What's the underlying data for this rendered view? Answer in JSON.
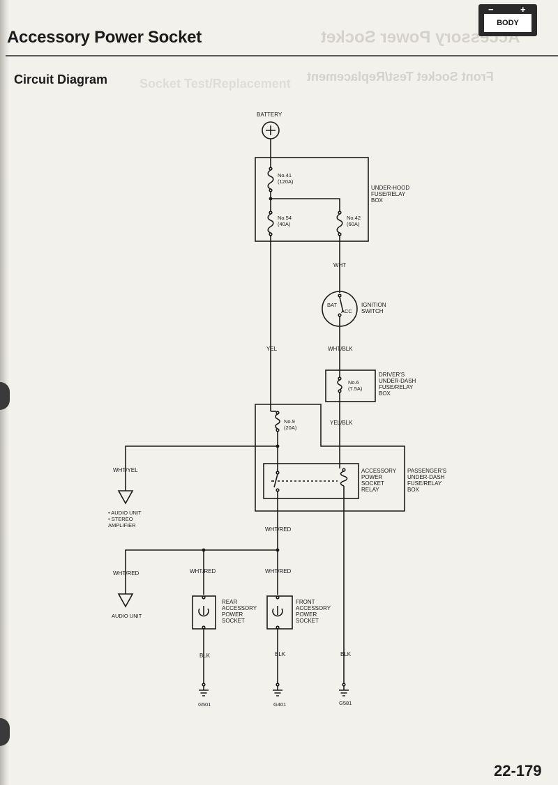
{
  "header": {
    "title": "Accessory Power Socket",
    "section": "Circuit Diagram",
    "badge": "BODY",
    "badge_minus": "−",
    "badge_plus": "+",
    "page_number": "22-179"
  },
  "bleed_through": {
    "title": "Accessory Power Socket",
    "section": "Front Socket Test/Replacement",
    "section_left": "Socket Test/Replacement"
  },
  "diagram": {
    "battery": "BATTERY",
    "fuse_41": [
      "No.41",
      "(120A)"
    ],
    "fuse_54": [
      "No.54",
      "(40A)"
    ],
    "fuse_42": [
      "No.42",
      "(60A)"
    ],
    "underhood_box": [
      "UNDER-HOOD",
      "FUSE/RELAY",
      "BOX"
    ],
    "wire_wht": "WHT",
    "ign_bat": "BAT",
    "ign_acc": "ACC",
    "ignition_switch": [
      "IGNITION",
      "SWITCH"
    ],
    "wire_wht_blk": "WHT/BLK",
    "wire_yel": "YEL",
    "fuse_6": [
      "No.6",
      "(7.5A)"
    ],
    "drivers_box": [
      "DRIVER'S",
      "UNDER-DASH",
      "FUSE/RELAY",
      "BOX"
    ],
    "fuse_9": [
      "No.9",
      "(20A)"
    ],
    "wire_yel_blk": "YEL/BLK",
    "wire_wht_yel": "WHT/YEL",
    "audio_unit_stereo": [
      "• AUDIO UNIT",
      "• STEREO",
      "  AMPLIFIER"
    ],
    "relay": [
      "ACCESSORY",
      "POWER",
      "SOCKET",
      "RELAY"
    ],
    "passengers_box": [
      "PASSENGER'S",
      "UNDER-DASH",
      "FUSE/RELAY",
      "BOX"
    ],
    "wire_wht_red_main": "WHT/RED",
    "wire_wht_red_left": "WHT/RED",
    "wire_wht_red_rear": "WHT/RED",
    "wire_wht_red_front": "WHT/RED",
    "audio_unit": "AUDIO UNIT",
    "rear_socket": [
      "REAR",
      "ACCESSORY",
      "POWER",
      "SOCKET"
    ],
    "front_socket": [
      "FRONT",
      "ACCESSORY",
      "POWER",
      "SOCKET"
    ],
    "wire_blk_rear": "BLK",
    "wire_blk_front": "BLK",
    "wire_blk_relay": "BLK",
    "ground_rear": "G501",
    "ground_front": "G401",
    "ground_relay": "G581"
  }
}
